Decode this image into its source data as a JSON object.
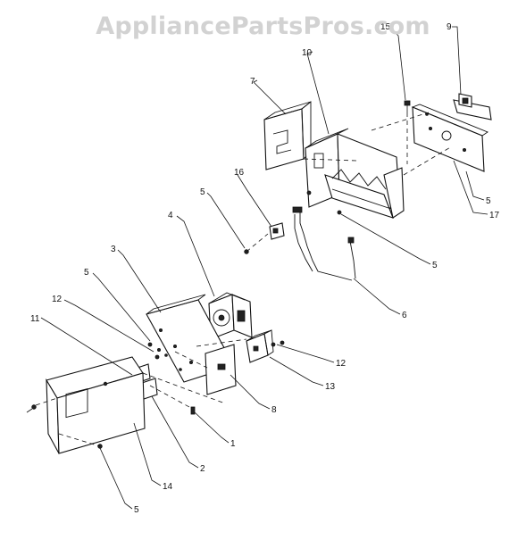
{
  "watermark": "AppliancePartsPros.com",
  "callouts": [
    {
      "id": "c9",
      "text": "9"
    },
    {
      "id": "c15",
      "text": "15"
    },
    {
      "id": "c10",
      "text": "10"
    },
    {
      "id": "c7",
      "text": "7"
    },
    {
      "id": "c16",
      "text": "16"
    },
    {
      "id": "c5a",
      "text": "5"
    },
    {
      "id": "c4",
      "text": "4"
    },
    {
      "id": "c3",
      "text": "3"
    },
    {
      "id": "c5b",
      "text": "5"
    },
    {
      "id": "c12a",
      "text": "12"
    },
    {
      "id": "c11",
      "text": "11"
    },
    {
      "id": "c5c",
      "text": "5"
    },
    {
      "id": "c17",
      "text": "17"
    },
    {
      "id": "c5d",
      "text": "5"
    },
    {
      "id": "c6",
      "text": "6"
    },
    {
      "id": "c12b",
      "text": "12"
    },
    {
      "id": "c13",
      "text": "13"
    },
    {
      "id": "c8",
      "text": "8"
    },
    {
      "id": "c1",
      "text": "1"
    },
    {
      "id": "c2",
      "text": "2"
    },
    {
      "id": "c14",
      "text": "14"
    },
    {
      "id": "c5e",
      "text": "5"
    }
  ]
}
